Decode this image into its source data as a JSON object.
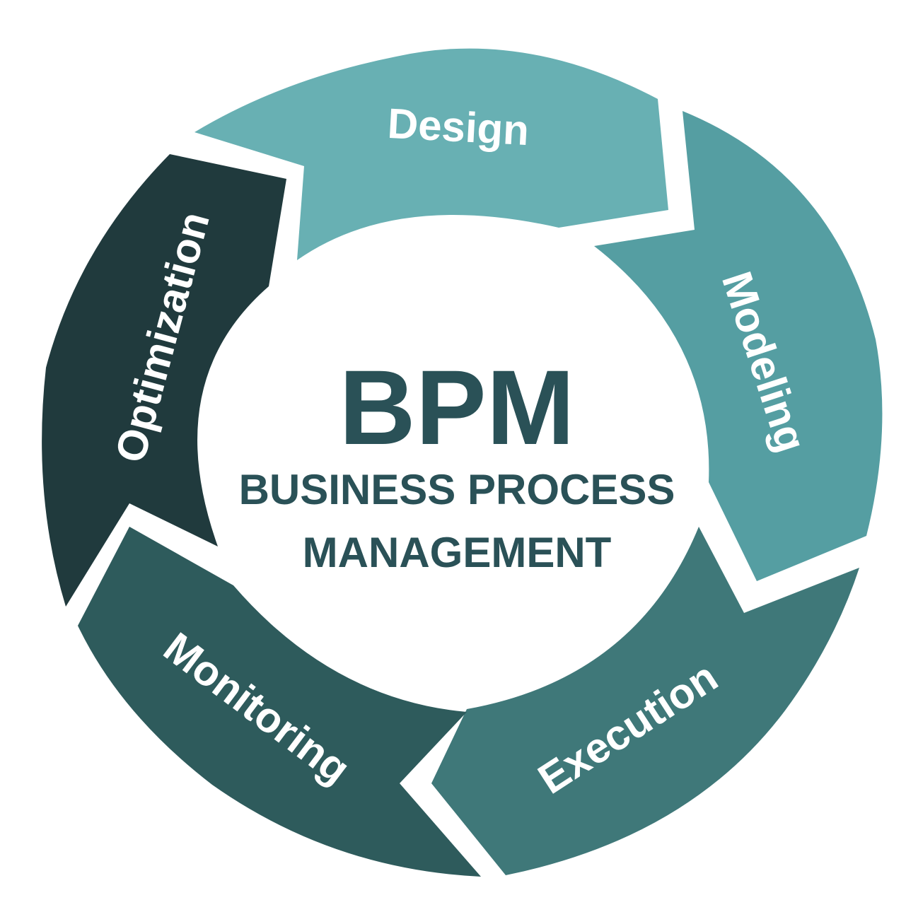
{
  "center": {
    "title": "BPM",
    "subtitle_line1": "BUSINESS PROCESS",
    "subtitle_line2": "MANAGEMENT",
    "text_color": "#2a5157"
  },
  "segments": [
    {
      "label": "Design",
      "color": "#68b0b3",
      "icon": "arrow-segment"
    },
    {
      "label": "Modeling",
      "color": "#559ea2",
      "icon": "arrow-segment"
    },
    {
      "label": "Execution",
      "color": "#3f7879",
      "icon": "arrow-segment"
    },
    {
      "label": "Monitoring",
      "color": "#2e5b5c",
      "icon": "arrow-segment"
    },
    {
      "label": "Optimization",
      "color": "#203a3d",
      "icon": "arrow-segment"
    }
  ]
}
